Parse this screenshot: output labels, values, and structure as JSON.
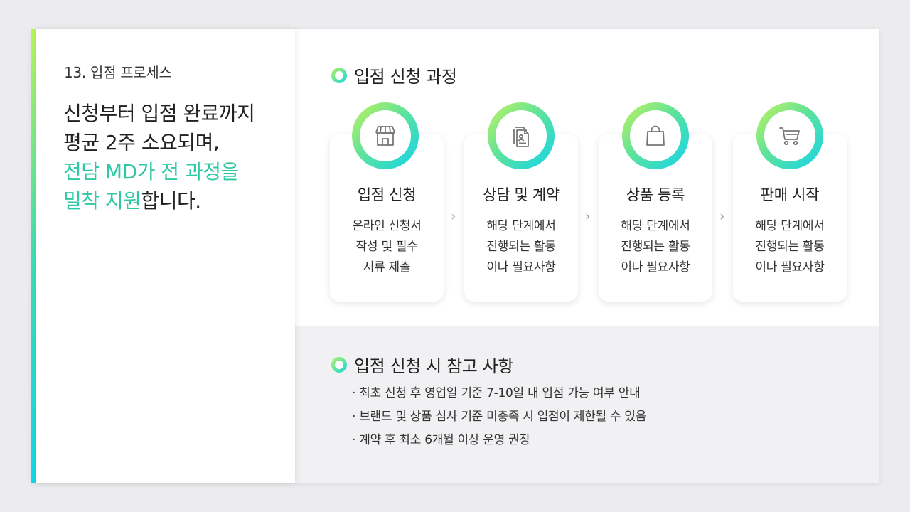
{
  "left": {
    "section_label": "13. 입점 프로세스",
    "headline_1": "신청부터 입점 완료까지",
    "headline_2": "평균 2주 소요되며,",
    "headline_3": "전담 MD가 전 과정을",
    "headline_4_hl": "밀착 지원",
    "headline_4_rest": "합니다."
  },
  "process": {
    "title": "입점 신청 과정",
    "steps": [
      {
        "icon": "store-icon",
        "title": "입점 신청",
        "desc": "온라인 신청서\n작성 및 필수\n서류 제출"
      },
      {
        "icon": "documents-icon",
        "title": "상담 및 계약",
        "desc": "해당 단계에서\n진행되는 활동\n이나 필요사항"
      },
      {
        "icon": "shopping-bag-icon",
        "title": "상품 등록",
        "desc": "해당 단계에서\n진행되는 활동\n이나 필요사항"
      },
      {
        "icon": "shopping-cart-icon",
        "title": "판매 시작",
        "desc": "해당 단계에서\n진행되는 활동\n이나 필요사항"
      }
    ],
    "separator": "›"
  },
  "notes": {
    "title": "입점 신청 시 참고 사항",
    "items": [
      "· 최초 신청 후 영업일 기준 7-10일 내 입점 가능 여부 안내",
      "· 브랜드 및 상품 심사 기준 미충족 시 입점이 제한될 수 있음",
      "· 계약 후 최소 6개월 이상 운영 권장"
    ]
  },
  "colors": {
    "accent_green": "#b6f45a",
    "accent_cyan": "#14d6e6",
    "highlight_text": "#2ec9a4"
  }
}
